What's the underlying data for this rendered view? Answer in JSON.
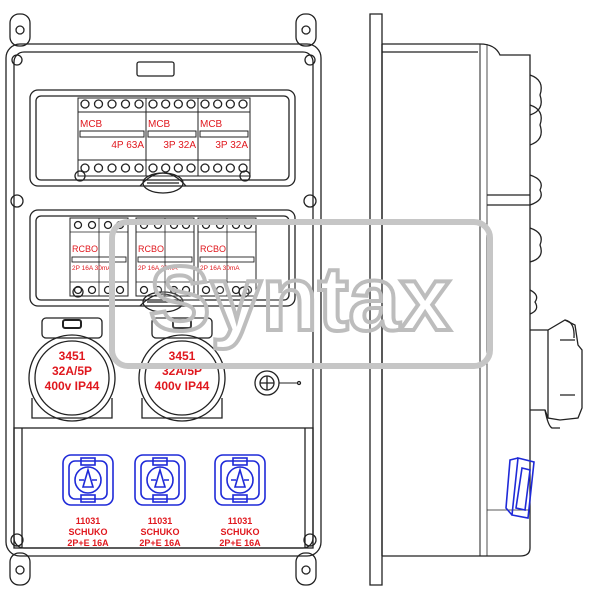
{
  "colors": {
    "line": "#222222",
    "red": "#e0181e",
    "blue": "#1f2ad8",
    "watermark": "#bdbdbd"
  },
  "watermark": {
    "text": "Syntax"
  },
  "mcb_panel": {
    "label": "MCB",
    "breakers": [
      {
        "label": "MCB",
        "rating": "4P 63A"
      },
      {
        "label": "MCB",
        "rating": "3P 32A"
      },
      {
        "label": "MCB",
        "rating": "3P 32A"
      }
    ]
  },
  "rcbo_panel": {
    "breakers": [
      {
        "label": "RCBO",
        "rating": "2P 16A 30mA"
      },
      {
        "label": "RCBO",
        "rating": "2P 16A 30mA"
      },
      {
        "label": "RCBO",
        "rating": "2P 16A 30mA"
      }
    ]
  },
  "industrial_sockets": [
    {
      "code": "3451",
      "spec": "32A/5P",
      "rating": "400v IP44"
    },
    {
      "code": "3451",
      "spec": "32A/5P",
      "rating": "400v IP44"
    }
  ],
  "schuko_sockets": [
    {
      "code": "11031",
      "type": "SCHUKO",
      "rating": "2P+E 16A"
    },
    {
      "code": "11031",
      "type": "SCHUKO",
      "rating": "2P+E 16A"
    },
    {
      "code": "11031",
      "type": "SCHUKO",
      "rating": "2P+E 16A"
    }
  ]
}
